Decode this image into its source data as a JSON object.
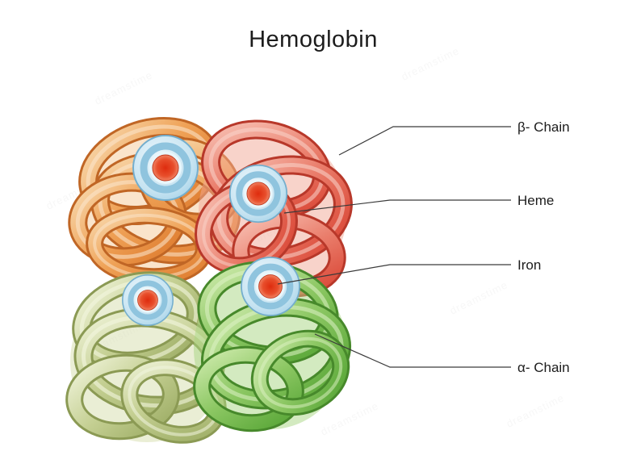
{
  "title": "Hemoglobin",
  "labels": {
    "beta_chain": "β- Chain",
    "heme": "Heme",
    "iron": "Iron",
    "alpha_chain": "α- Chain"
  },
  "watermark": "dreamstime",
  "colors": {
    "beta_chain_left": "#EFA257",
    "beta_chain_right": "#EA7E6C",
    "alpha_chain_left": "#C4CF92",
    "alpha_chain_right": "#8CC763",
    "heme_ring_blue": "#AFD8EA",
    "iron_red": "#E84F2C",
    "leader_line": "#3a3a3a",
    "text": "#1c1c1c"
  }
}
